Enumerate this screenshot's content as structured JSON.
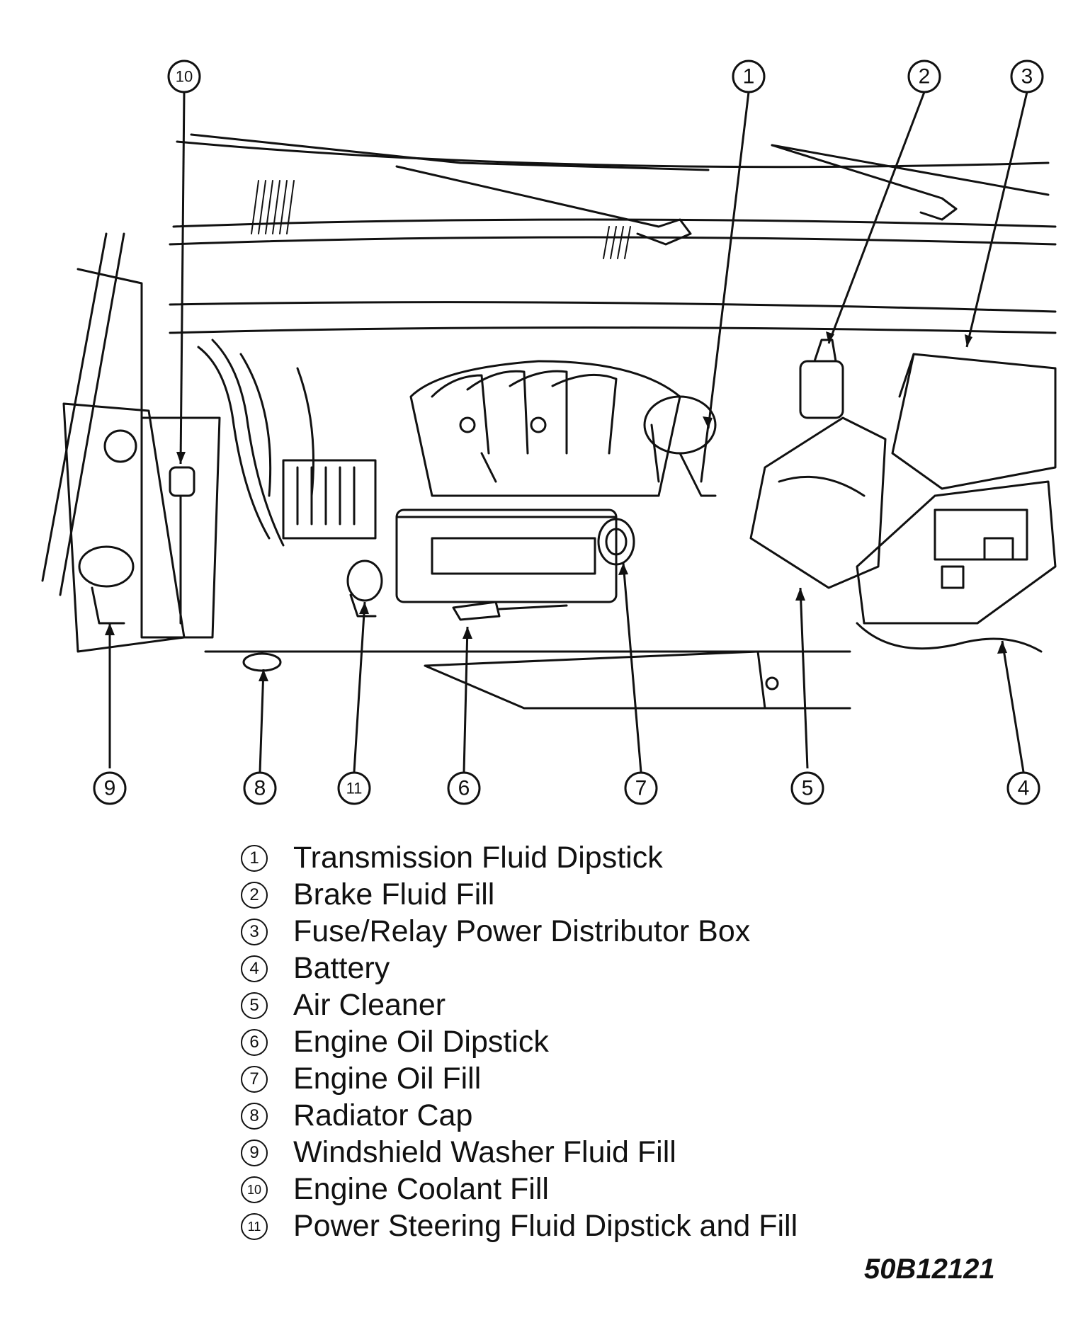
{
  "callouts": [
    {
      "num": "1"
    },
    {
      "num": "2"
    },
    {
      "num": "3"
    },
    {
      "num": "4"
    },
    {
      "num": "5"
    },
    {
      "num": "6"
    },
    {
      "num": "7"
    },
    {
      "num": "8"
    },
    {
      "num": "9"
    },
    {
      "num": "10"
    },
    {
      "num": "11"
    }
  ],
  "legend": [
    {
      "num": "1",
      "label": "Transmission Fluid Dipstick"
    },
    {
      "num": "2",
      "label": "Brake Fluid Fill"
    },
    {
      "num": "3",
      "label": "Fuse/Relay Power Distributor Box"
    },
    {
      "num": "4",
      "label": "Battery"
    },
    {
      "num": "5",
      "label": "Air Cleaner"
    },
    {
      "num": "6",
      "label": "Engine Oil Dipstick"
    },
    {
      "num": "7",
      "label": "Engine Oil Fill"
    },
    {
      "num": "8",
      "label": "Radiator Cap"
    },
    {
      "num": "9",
      "label": "Windshield Washer Fluid Fill"
    },
    {
      "num": "10",
      "label": "Engine Coolant Fill"
    },
    {
      "num": "11",
      "label": "Power Steering Fluid Dipstick and Fill"
    }
  ],
  "figure_code": "50B12121"
}
